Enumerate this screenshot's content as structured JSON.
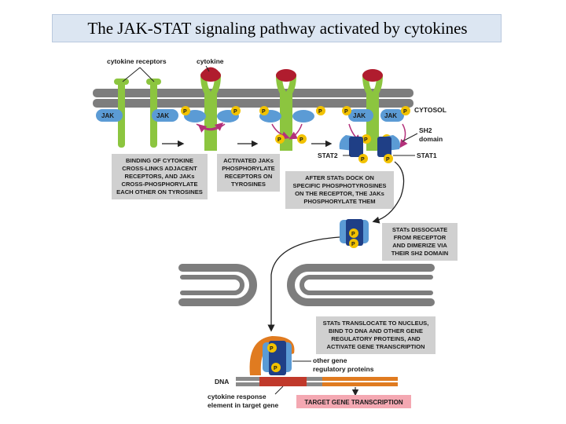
{
  "title": "The JAK-STAT signaling pathway activated by cytokines",
  "labels": {
    "cytokine_receptors": "cytokine receptors",
    "cytokine": "cytokine",
    "cytosol": "CYTOSOL",
    "jak": "JAK",
    "p": "P",
    "sh2_domain_1": "SH2",
    "sh2_domain_2": "domain",
    "stat1": "STAT1",
    "stat2": "STAT2",
    "dna": "DNA",
    "other_gene_1": "other gene",
    "other_gene_2": "regulatory proteins",
    "cre_1": "cytokine response",
    "cre_2": "element in target gene",
    "target_gene": "TARGET GENE TRANSCRIPTION"
  },
  "steps": {
    "binding": [
      "BINDING OF CYTOKINE",
      "CROSS-LINKS ADJACENT",
      "RECEPTORS, AND JAKs",
      "CROSS-PHOSPHORYLATE",
      "EACH OTHER ON TYROSINES"
    ],
    "activated": [
      "ACTIVATED JAKs",
      "PHOSPHORYLATE",
      "RECEPTORS ON",
      "TYROSINES"
    ],
    "dock": [
      "AFTER STATs DOCK ON",
      "SPECIFIC PHOSPHOTYROSINES",
      "ON THE RECEPTOR, THE JAKs",
      "PHOSPHORYLATE THEM"
    ],
    "dissociate": [
      "STATs DISSOCIATE",
      "FROM RECEPTOR",
      "AND DIMERIZE VIA",
      "THEIR SH2 DOMAIN"
    ],
    "translocate": [
      "STATs TRANSLOCATE TO NUCLEUS,",
      "BIND TO DNA AND OTHER GENE",
      "REGULATORY PROTEINS, AND",
      "ACTIVATE GENE TRANSCRIPTION"
    ]
  },
  "colors": {
    "membrane": "#7d7d7d",
    "receptor": "#8cc53f",
    "cytokine": "#b01c2e",
    "jak": "#5b9bd5",
    "stat_dark": "#1f3f86",
    "phosphate": "#f2c200",
    "gene_regulatory": "#e07b20",
    "step_box": "#d0d0d0",
    "target_box": "#f4a8b2"
  }
}
